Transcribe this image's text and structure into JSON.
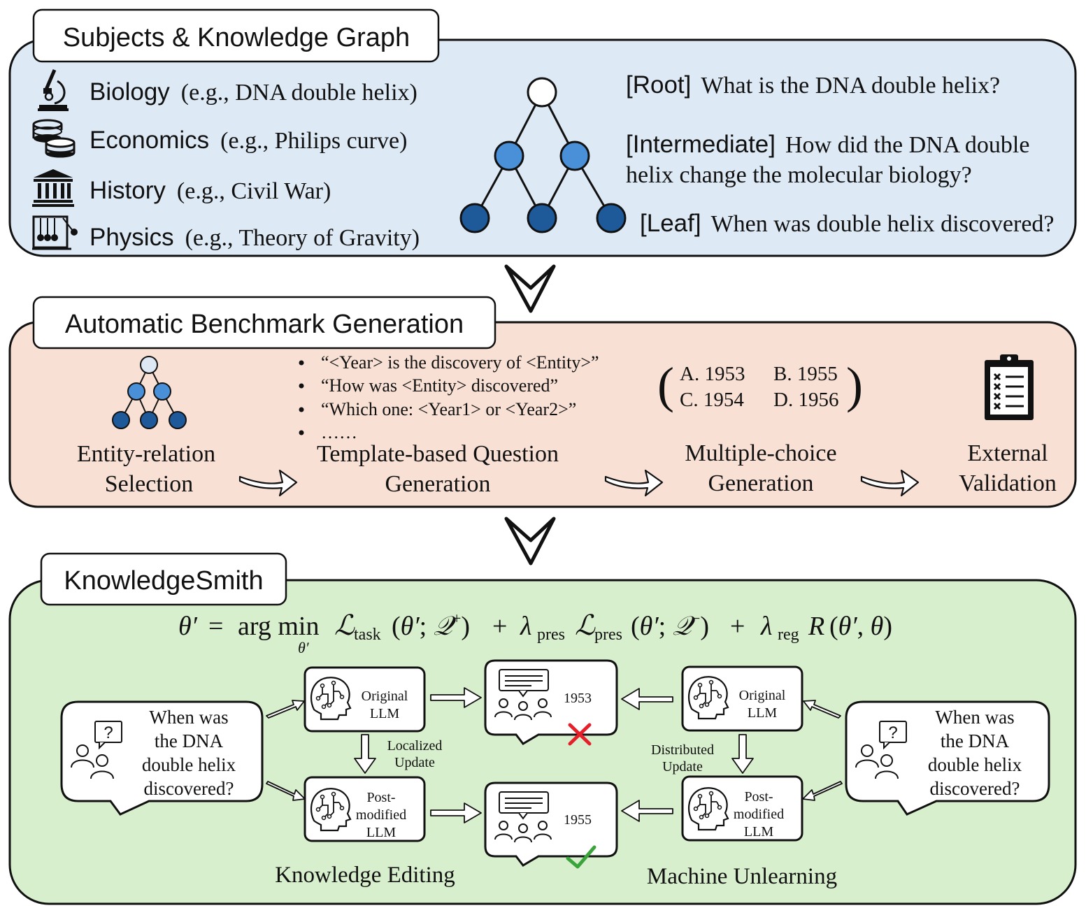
{
  "colors": {
    "panel1_fill": "#dde9f5",
    "panel2_fill": "#f9e0d4",
    "panel3_fill": "#d8efcd",
    "node_root": "#ffffff",
    "node_light": "#dde8f4",
    "node_mid": "#4a90d9",
    "node_dark": "#1e5a9a",
    "cross": "#e5202a",
    "check": "#3aa43a"
  },
  "panel1": {
    "title": "Subjects & Knowledge Graph",
    "subjects": [
      {
        "icon": "microscope-icon",
        "name": "Biology",
        "example": "(e.g., DNA double helix)"
      },
      {
        "icon": "coins-icon",
        "name": "Economics",
        "example": "(e.g., Philips curve)"
      },
      {
        "icon": "museum-icon",
        "name": "History",
        "example": "(e.g., Civil War)"
      },
      {
        "icon": "newtons-cradle-icon",
        "name": "Physics",
        "example": "(e.g., Theory of Gravity)"
      }
    ],
    "questions": {
      "root_tag": "[Root]",
      "root_text": "What is the DNA double helix?",
      "intermediate_tag": "[Intermediate]",
      "intermediate_text_1": "How did the DNA double",
      "intermediate_text_2": "helix change the molecular biology?",
      "leaf_tag": "[Leaf]",
      "leaf_text": "When was double helix discovered?"
    }
  },
  "panel2": {
    "title": "Automatic Benchmark Generation",
    "templates": [
      "“<Year> is the discovery of <Entity>”",
      "“How was <Entity> discovered”",
      "“Which one: <Year1> or <Year2>”",
      "……"
    ],
    "options": [
      "A. 1953",
      "B. 1955",
      "C. 1954",
      "D. 1956"
    ],
    "steps": [
      {
        "line1": "Entity-relation",
        "line2": "Selection"
      },
      {
        "line1": "Template-based Question",
        "line2": "Generation"
      },
      {
        "line1": "Multiple-choice",
        "line2": "Generation"
      },
      {
        "line1": "External",
        "line2": "Validation"
      }
    ]
  },
  "panel3": {
    "title": "KnowledgeSmith",
    "question_lines": [
      "When was",
      "the DNA",
      "double helix",
      "discovered?"
    ],
    "original_llm": [
      "Original",
      "LLM"
    ],
    "post_llm": [
      "Post-",
      "modified",
      "LLM"
    ],
    "answer_before": "1953",
    "answer_after": "1955",
    "localized_update": [
      "Localized",
      "Update"
    ],
    "distributed_update": [
      "Distributed",
      "Update"
    ],
    "caption_left": "Knowledge Editing",
    "caption_right": "Machine Unlearning"
  }
}
